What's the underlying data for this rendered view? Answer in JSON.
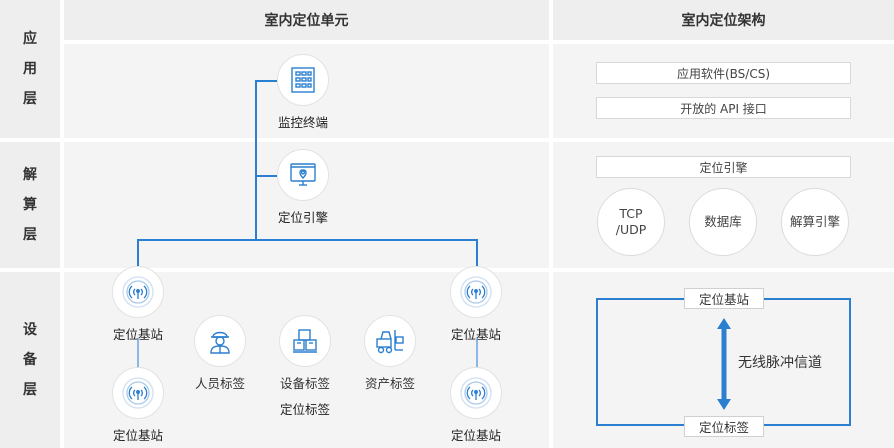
{
  "headers": {
    "left": "室内定位单元",
    "right": "室内定位架构"
  },
  "layers": [
    {
      "chars": [
        "应",
        "用",
        "层"
      ]
    },
    {
      "chars": [
        "解",
        "算",
        "层"
      ]
    },
    {
      "chars": [
        "设",
        "备",
        "层"
      ]
    }
  ],
  "left": {
    "monitor": "监控终端",
    "engine": "定位引擎",
    "base_station": "定位基站",
    "person_tag": "人员标签",
    "device_tag": "设备标签",
    "asset_tag": "资产标签",
    "tag_group": "定位标签"
  },
  "right": {
    "app_software": "应用软件(BS/CS)",
    "open_api": "开放的 API 接口",
    "engine_box": "定位引擎",
    "tcp_udp_line1": "TCP",
    "tcp_udp_line2": "/UDP",
    "database": "数据库",
    "solver_engine": "解算引擎",
    "base_station": "定位基站",
    "channel": "无线脉冲信道",
    "tag": "定位标签"
  },
  "colors": {
    "accent": "#2b7fd0",
    "panel": "#f4f4f4",
    "header": "#eeeeee"
  },
  "icons": [
    "building-icon",
    "monitor-pin-icon",
    "antenna-icon",
    "worker-icon",
    "boxes-icon",
    "forklift-icon",
    "double-arrow-icon"
  ]
}
